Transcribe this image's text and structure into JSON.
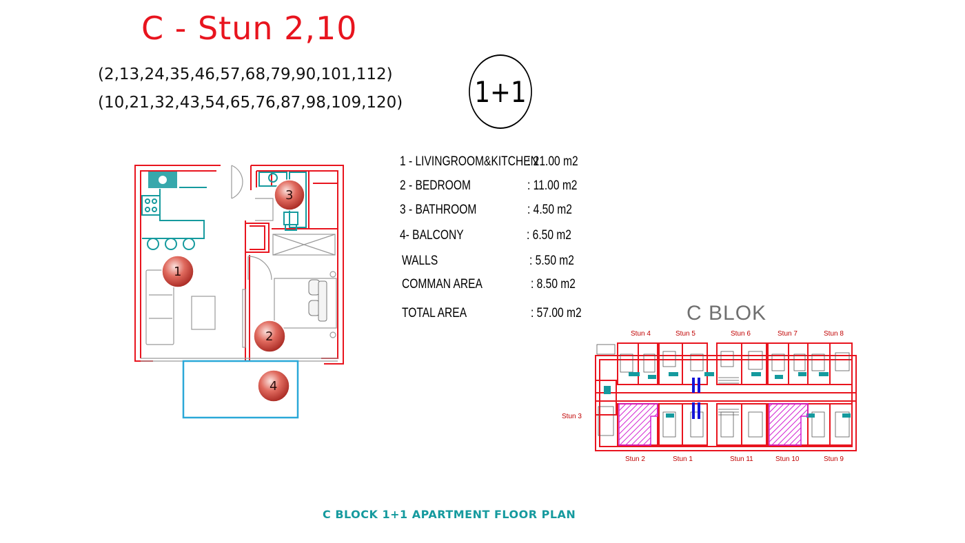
{
  "title": "C - Stun 2,10",
  "unit_numbers": [
    "(2,13,24,35,46,57,68,79,90,101,112)",
    "(10,21,32,43,54,65,76,87,98,109,120)"
  ],
  "apartment_type": "1+1",
  "areas": [
    {
      "name": "1 - LIVINGROOM&KITCHEN",
      "value": ": 21.00 m2"
    },
    {
      "name": "2 - BEDROOM",
      "value": ": 11.00 m2"
    },
    {
      "name": "3 - BATHROOM",
      "value": ":  4.50 m2"
    },
    {
      "name": "4- BALCONY",
      "value": ": 6.50 m2"
    },
    {
      "name": "WALLS",
      "value": ":   5.50 m2"
    },
    {
      "name": "COMMAN AREA",
      "value": ": 8.50 m2"
    },
    {
      "name": "TOTAL AREA",
      "value": ": 57.00 m2"
    }
  ],
  "room_markers": [
    "1",
    "2",
    "3",
    "4"
  ],
  "block_plan": {
    "title": "C BLOK",
    "stun_labels": [
      "Stun 4",
      "Stun 5",
      "Stun 6",
      "Stun 7",
      "Stun 8",
      "Stun 3",
      "Stun 2",
      "Stun 1",
      "Stun 11",
      "Stun 10",
      "Stun 9"
    ]
  },
  "footer": "C BLOCK 1+1 APARTMENT FLOOR PLAN",
  "colors": {
    "title": "#e8141e",
    "wall": "#e8141e",
    "fixture": "#159a9e",
    "balcony": "#2aa8d8",
    "highlight": "#d21fd2",
    "footer": "#159a9e"
  }
}
